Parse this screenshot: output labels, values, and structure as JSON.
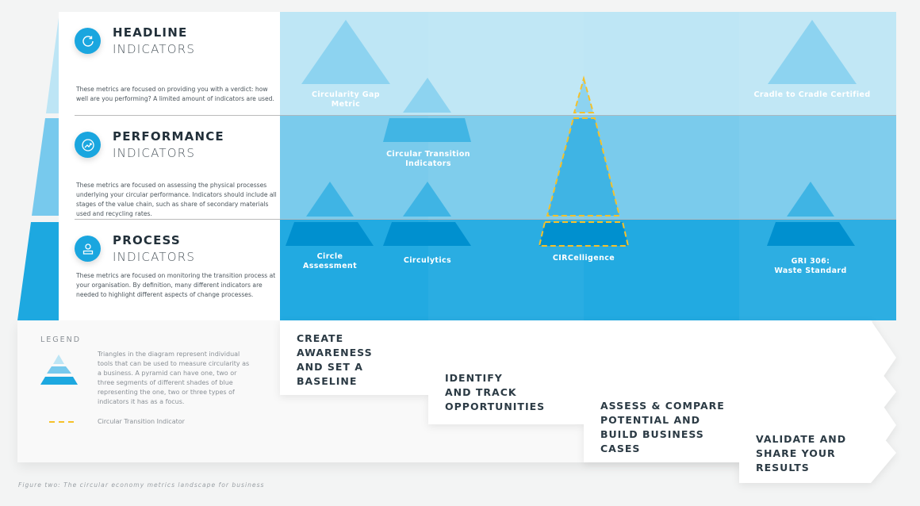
{
  "sections": [
    {
      "title": "HEADLINE",
      "subtitle": "INDICATORS",
      "icon": "refresh-icon",
      "description": "These metrics are focused on providing you with a verdict: how well are you performing? A limited amount of indicators are used."
    },
    {
      "title": "PERFORMANCE",
      "subtitle": "INDICATORS",
      "icon": "trend-up-icon",
      "description": "These metrics are focused on assessing the physical processes underlying your circular performance. Indicators should include all stages of the value chain, such as share of secondary materials used and recycling rates."
    },
    {
      "title": "PROCESS",
      "subtitle": "INDICATORS",
      "icon": "person-icon",
      "description": "These metrics are focused on monitoring the transition process at your organisation. By definition, many different indicators are needed to highlight different aspects of change processes."
    }
  ],
  "tools": [
    {
      "name": "Circularity Gap Metric",
      "line1": "Circularity Gap",
      "line2": "Metric"
    },
    {
      "name": "Circular Transition Indicators",
      "line1": "Circular Transition",
      "line2": "Indicators"
    },
    {
      "name": "Circle Assessment",
      "line1": "Circle",
      "line2": "Assessment"
    },
    {
      "name": "Circulytics",
      "line1": "Circulytics",
      "line2": ""
    },
    {
      "name": "CIRCelligence",
      "line1": "CIRCelligence",
      "line2": ""
    },
    {
      "name": "Cradle to Cradle Certified",
      "line1": "Cradle to Cradle Certified",
      "line2": ""
    },
    {
      "name": "GRI 306: Waste Standard",
      "line1": "GRI 306:",
      "line2": "Waste Standard"
    }
  ],
  "steps": [
    {
      "l1": "CREATE",
      "l2": "AWARENESS",
      "l3": "AND SET A",
      "l4": "BASELINE"
    },
    {
      "l1": "IDENTIFY",
      "l2": "AND TRACK",
      "l3": "OPPORTUNITIES",
      "l4": ""
    },
    {
      "l1": "ASSESS & COMPARE",
      "l2": "POTENTIAL AND",
      "l3": "BUILD BUSINESS",
      "l4": "CASES"
    },
    {
      "l1": "VALIDATE AND",
      "l2": "SHARE YOUR",
      "l3": "RESULTS",
      "l4": ""
    }
  ],
  "legend": {
    "title": "LEGEND",
    "description": "Triangles in the diagram represent individual tools that can be used to measure circularity as a business. A pyramid can have one, two or three segments of different shades of blue representing the one, two or three types of indicators it has as a focus.",
    "dashed_label": "Circular Transition Indicator"
  },
  "caption": "Figure two: The circular economy metrics landscape for business",
  "colors": {
    "headline": "#bee6f5",
    "performance": "#7acbec",
    "process": "#22aae1",
    "dashed": "#f5c12a"
  }
}
